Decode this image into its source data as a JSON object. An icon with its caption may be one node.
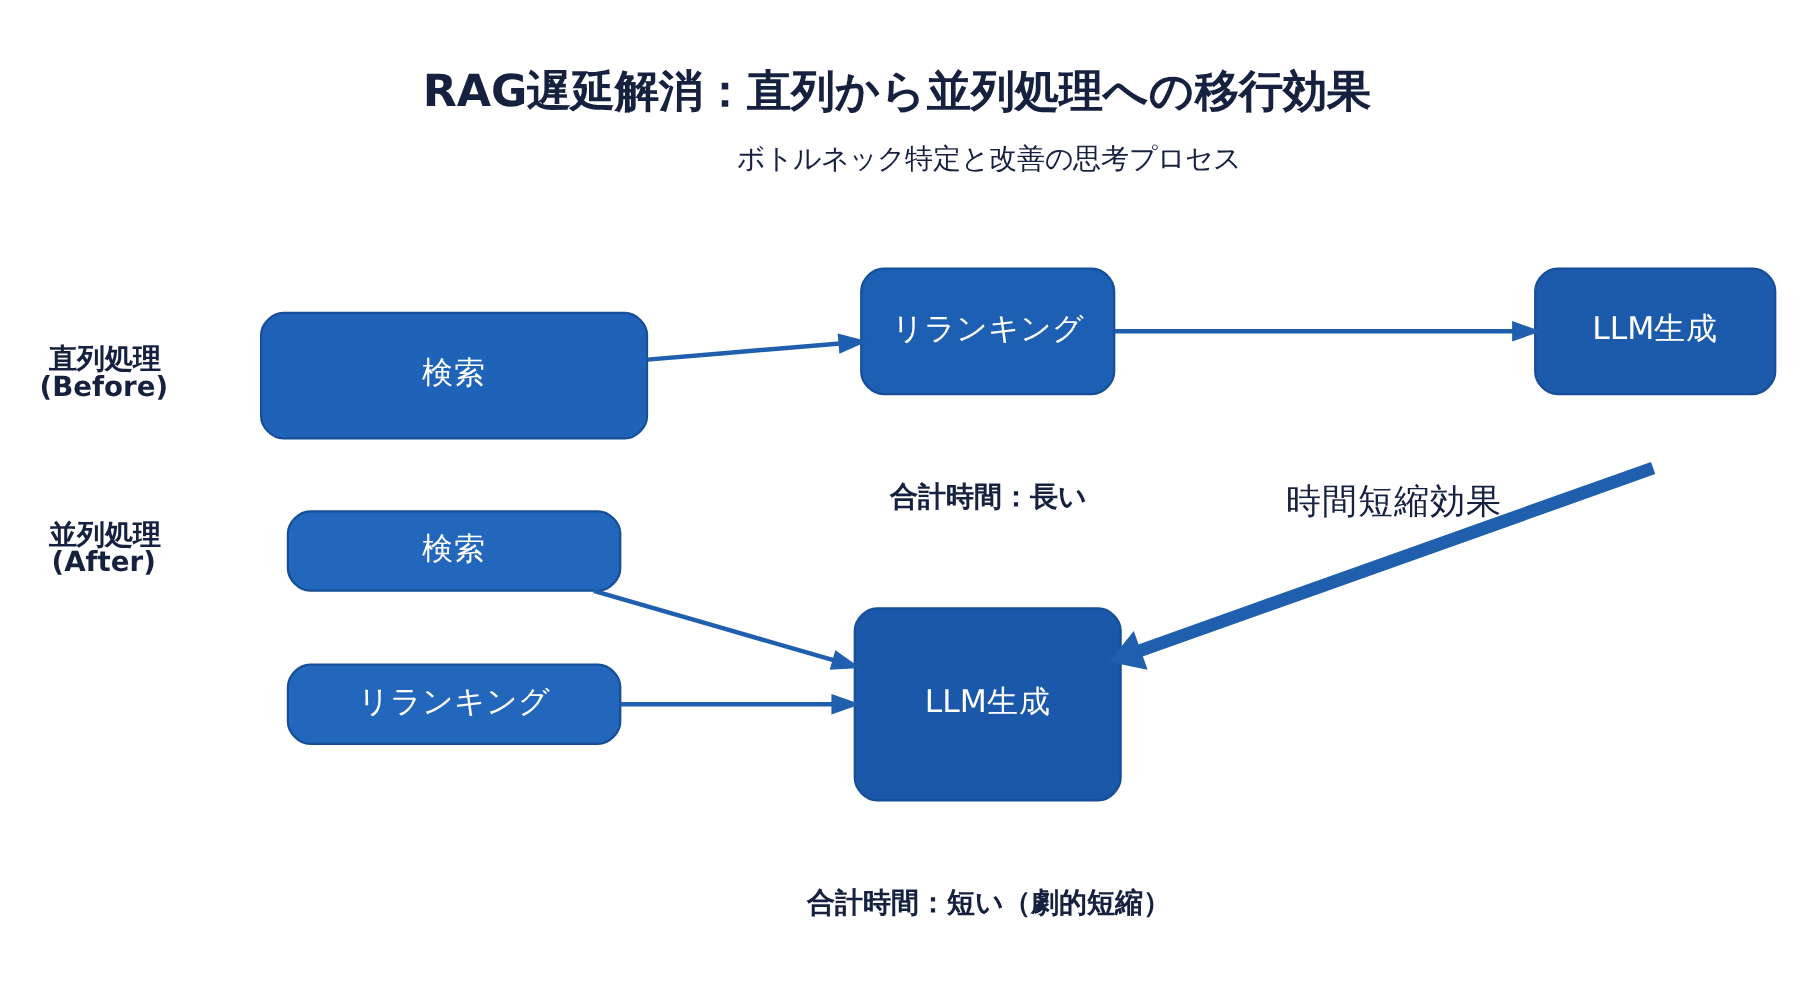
{
  "diagram": {
    "title": "RAG遅延解消：直列から並列処理への移行効果",
    "nodes": [
      {
        "text": [
          "検索"
        ]
      },
      {
        "text": [
          "リランキング"
        ]
      },
      {
        "text": [
          "LLM生成"
        ]
      },
      {
        "text": [
          "検索"
        ]
      },
      {
        "text": [
          "リランキング"
        ]
      },
      {
        "text": [
          "LLM生成"
        ]
      }
    ],
    "edges": [
      {
        "from": 0,
        "to": 1,
        "arrow": "to"
      },
      {
        "from": 1,
        "to": 2,
        "arrow": "to"
      },
      {
        "from": 3,
        "to": 5,
        "arrow": "to"
      },
      {
        "from": 4,
        "to": 5,
        "arrow": "to"
      },
      {
        "from": null,
        "to": 5,
        "arrow": "to",
        "label": "時間短縮効果",
        "style": "thick"
      }
    ],
    "labels": [
      "ボトルネック特定と改善の思考プロセス",
      "直列処理 (Before)",
      "合計時間：長い",
      "並列処理 (After)",
      "合計時間：短い（劇的短縮）"
    ]
  }
}
